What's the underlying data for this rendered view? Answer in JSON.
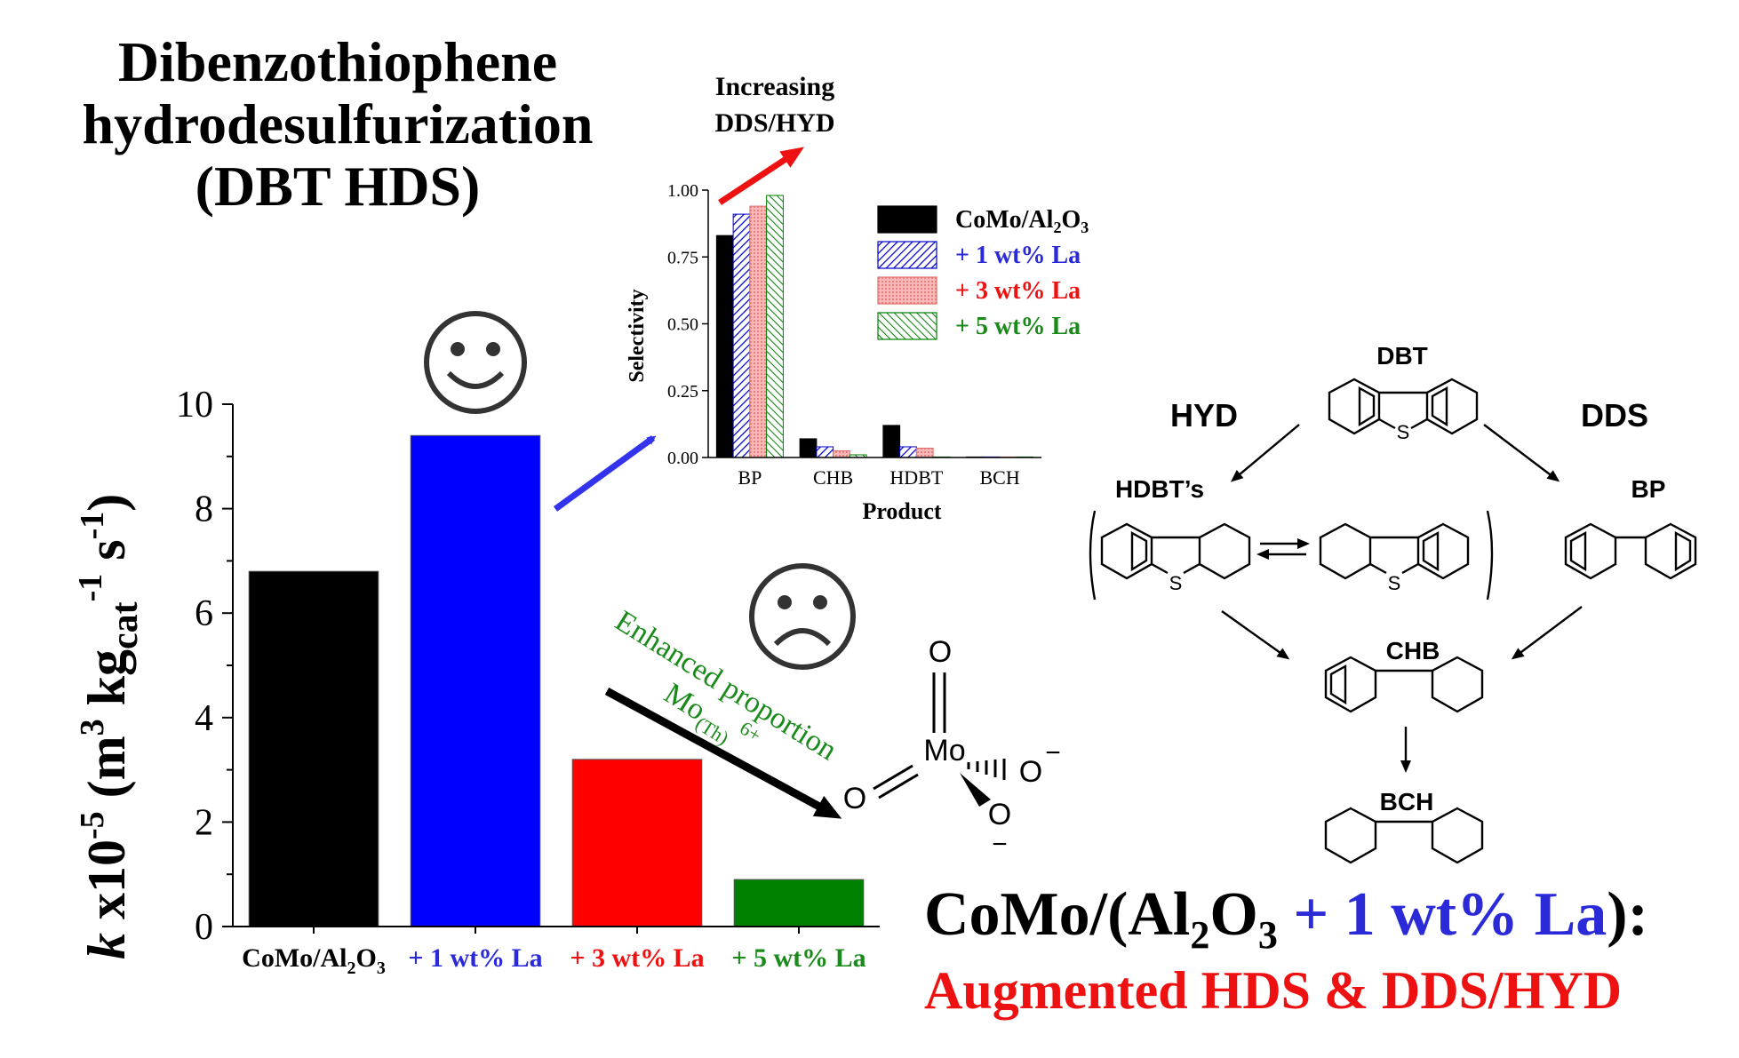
{
  "title": {
    "line1": "Dibenzothiophene",
    "line2": "hydrodesulfurization",
    "line3": "(DBT HDS)"
  },
  "colors": {
    "black": "#000000",
    "blue": "#0000ff",
    "red": "#ff0000",
    "green": "#008000",
    "pink": "#f4a0a0",
    "arrow_blue": "#3333ee",
    "arrow_red": "#ee1111",
    "text_blue": "#2a2ad8",
    "text_green": "#1a8a1a"
  },
  "chart_data": [
    {
      "type": "bar",
      "ylabel": "k x10-5 (m3 kgcat-1 s-1)",
      "ylim": [
        0,
        10
      ],
      "yticks": [
        "0",
        "2",
        "4",
        "6",
        "8",
        "10"
      ],
      "categories": [
        "CoMo/Al2O3",
        "+ 1 wt% La",
        "+ 3 wt% La",
        "+ 5 wt% La"
      ],
      "values": [
        6.8,
        9.4,
        3.2,
        0.9
      ],
      "bar_colors": [
        "#000000",
        "#0000ff",
        "#ff0000",
        "#008000"
      ]
    },
    {
      "type": "bar",
      "xlabel": "Product",
      "ylabel": "Selectivity",
      "ylim": [
        0,
        1.0
      ],
      "yticks": [
        "0.00",
        "0.25",
        "0.50",
        "0.75",
        "1.00"
      ],
      "categories": [
        "BP",
        "CHB",
        "HDBT",
        "BCH"
      ],
      "series": [
        {
          "name": "CoMo/Al2O3",
          "values": [
            0.83,
            0.07,
            0.12,
            0.0
          ]
        },
        {
          "name": "+ 1 wt% La",
          "values": [
            0.91,
            0.04,
            0.04,
            0.0
          ]
        },
        {
          "name": "+ 3 wt% La",
          "values": [
            0.94,
            0.025,
            0.035,
            0.0
          ]
        },
        {
          "name": "+ 5 wt% La",
          "values": [
            0.98,
            0.01,
            0.0,
            0.0
          ]
        }
      ],
      "legend_position": "top-right"
    }
  ],
  "inset": {
    "annotation_line1": "Increasing",
    "annotation_line2": "DDS/HYD"
  },
  "annotation_mo": {
    "line1": "Enhanced proportion",
    "line2": "Mo",
    "sub": "(Th)",
    "sup": "6+"
  },
  "molecule": {
    "mo": "Mo",
    "o": "O",
    "minus": "−"
  },
  "scheme": {
    "dbt": "DBT",
    "hyd": "HYD",
    "dds": "DDS",
    "hdbts": "HDBT’s",
    "bp": "BP",
    "chb": "CHB",
    "bch": "BCH",
    "s": "S"
  },
  "bottom": {
    "line1_a": "CoMo/(Al",
    "line1_sub": "2",
    "line1_b": "O",
    "line1_sub2": "3",
    "line1_blue": " + 1 wt% La",
    "line1_c": "):",
    "line2": "Augmented HDS & DDS/HYD"
  }
}
